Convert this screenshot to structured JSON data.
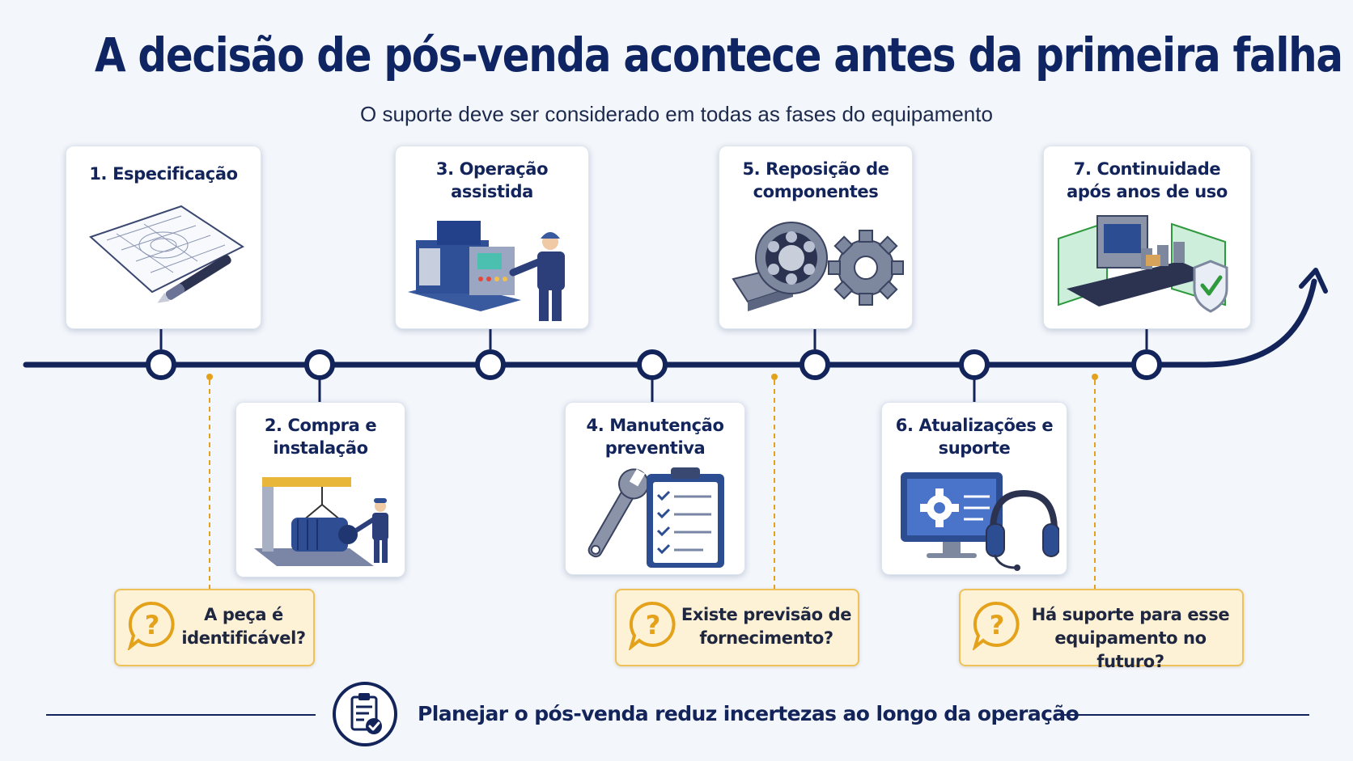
{
  "header": {
    "title": "A decisão de pós-venda acontece antes da primeira falha",
    "subtitle": "O suporte deve ser considerado em todas as fases do equipamento"
  },
  "stages": [
    {
      "number": "1.",
      "line1": "Especificação",
      "line2": "",
      "icon": "blueprint-pen-icon"
    },
    {
      "number": "2.",
      "line1": "Compra e",
      "line2": "instalação",
      "icon": "crane-motor-installation-icon"
    },
    {
      "number": "3.",
      "line1": "Operação",
      "line2": "assistida",
      "icon": "operator-machine-icon"
    },
    {
      "number": "4.",
      "line1": "Manutenção",
      "line2": "preventiva",
      "icon": "wrench-checklist-icon"
    },
    {
      "number": "5.",
      "line1": "Reposição de",
      "line2": "componentes",
      "icon": "bearing-gear-icon"
    },
    {
      "number": "6.",
      "line1": "Atualizações e",
      "line2": "suporte",
      "icon": "monitor-headset-icon"
    },
    {
      "number": "7.",
      "line1": "Continuidade",
      "line2": "após anos de uso",
      "icon": "production-line-shield-icon"
    }
  ],
  "questions": [
    {
      "line1": "A peça é",
      "line2": "identificável?",
      "icon": "question-bubble-icon"
    },
    {
      "line1": "Existe previsão de",
      "line2": "fornecimento?",
      "icon": "question-bubble-icon"
    },
    {
      "line1": "Há suporte para esse",
      "line2": "equipamento no futuro?",
      "icon": "question-bubble-icon"
    }
  ],
  "footer": {
    "text": "Planejar o pós-venda reduz incertezas ao longo da operação",
    "icon": "clipboard-check-icon"
  },
  "colors": {
    "navy": "#13245a",
    "question_fill": "#fdf1d6",
    "question_border": "#eec15a",
    "dashed_connector": "#e3a21a",
    "check_green": "#2f9a3d"
  }
}
